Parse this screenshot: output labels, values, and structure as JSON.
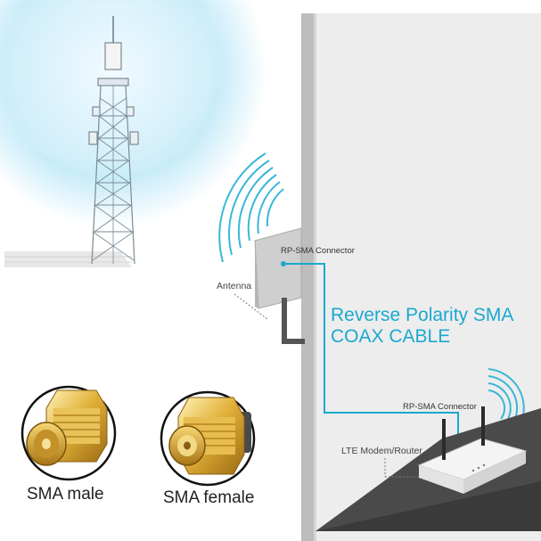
{
  "labels": {
    "rp_sma_top": "RP-SMA Connector",
    "antenna": "Antenna",
    "title_line1": "Reverse Polarity SMA",
    "title_line2": "COAX CABLE",
    "rp_sma_bottom": "RP-SMA Connector",
    "lte_modem": "LTE Modem/Router",
    "sma_male": "SMA male",
    "sma_female": "SMA female"
  },
  "colors": {
    "accent": "#1aa9cf",
    "wall": "#eaeaea",
    "wall_edge": "#bdbdbd",
    "signal_glow": "#bfe8f7",
    "cable": "#1aa9cf",
    "ground_dark": "#4a4a4a",
    "gold": "#d9a52a"
  },
  "icons": [
    "cell-tower-icon",
    "panel-antenna-icon",
    "signal-waves-icon",
    "lte-router-icon",
    "sma-male-connector-icon",
    "sma-female-connector-icon"
  ]
}
